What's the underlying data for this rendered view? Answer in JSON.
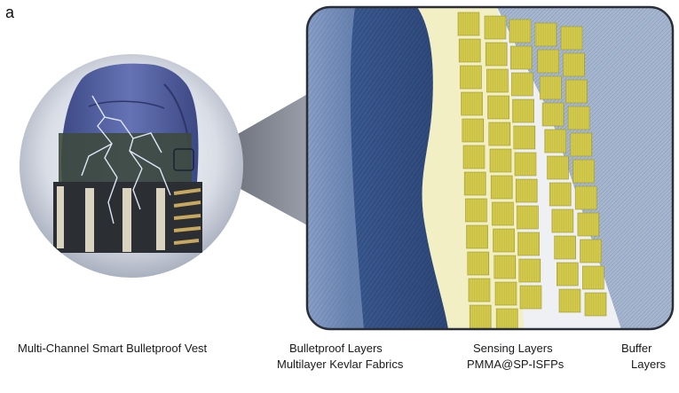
{
  "panel_label": "a",
  "captions": {
    "vest": "Multi-Channel Smart Bulletproof Vest",
    "bulletproof_line1": "Bulletproof Layers",
    "bulletproof_line2": "Multilayer Kevlar Fabrics",
    "sensing_line1": "Sensing Layers",
    "sensing_line2": "PMMA@SP-ISFPs",
    "buffer_line1": "Buffer",
    "buffer_line2": "Layers"
  },
  "colors": {
    "kevlar_blue": "#3e5c8f",
    "sensor_yellow": "#d4cc4e",
    "sensing_base": "#f3f0c6",
    "buffer_blue": "#9fb2cc",
    "vest_blue": "#5767a8",
    "lightning": "#e6ecff"
  }
}
